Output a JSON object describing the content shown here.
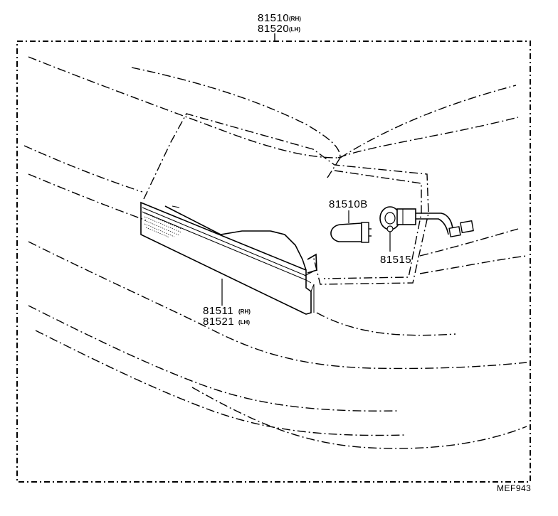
{
  "labels": {
    "assembly": {
      "part_rh": "81510",
      "tag_rh": "(RH)",
      "part_lh": "81520",
      "tag_lh": "(LH)"
    },
    "lens": {
      "part_rh": "81511",
      "tag_rh": "(RH)",
      "part_lh": "81521",
      "tag_lh": "(LH)"
    },
    "bulb": {
      "part": "81510B"
    },
    "socket": {
      "part": "81515"
    }
  },
  "figure_code": "MEF943"
}
